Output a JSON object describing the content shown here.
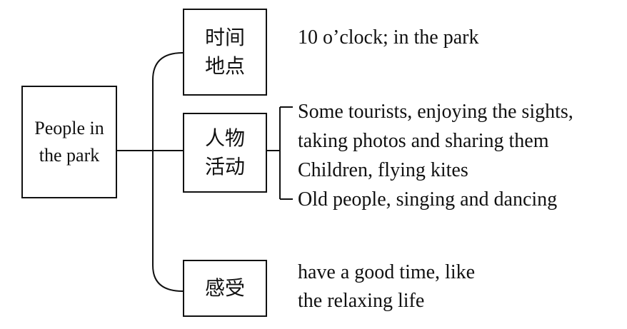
{
  "root": {
    "label": "People in the park"
  },
  "categories": [
    {
      "label": "时间地点",
      "details": [
        "10 o’clock; in the park"
      ]
    },
    {
      "label": "人物活动",
      "details": [
        "Some tourists, enjoying the sights,",
        "taking photos and sharing them",
        "Children, flying kites",
        "Old people, singing and dancing"
      ]
    },
    {
      "label": "感受",
      "details": [
        "have a good time, like",
        "the relaxing life"
      ]
    }
  ]
}
